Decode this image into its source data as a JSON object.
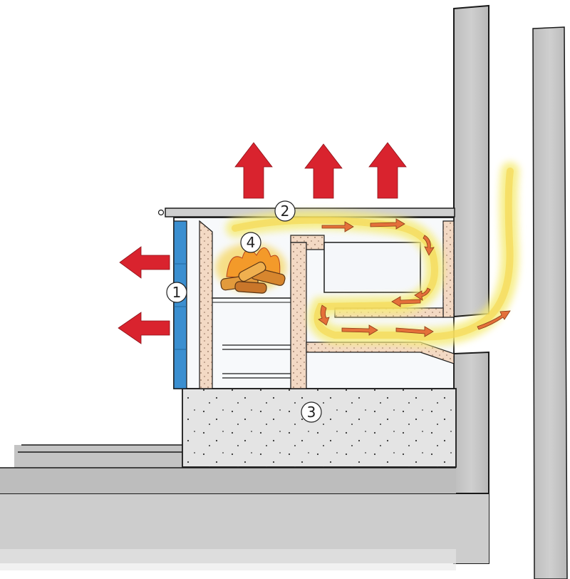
{
  "callouts": [
    {
      "id": "c1",
      "label": "1"
    },
    {
      "id": "c2",
      "label": "2"
    },
    {
      "id": "c3",
      "label": "3"
    },
    {
      "id": "c4",
      "label": "4"
    }
  ],
  "colors": {
    "wall": "#c9c9c9",
    "outline": "#1a1a1a",
    "heat_arrow": "#d9232e",
    "fire_orange": "#f39a2a",
    "flame_yellow": "#f6ec7a",
    "tile_blue": "#3b8fd0",
    "brick": "#f3d9c4",
    "stone": "#e3e3e3",
    "flow_arrow": "#e4703a"
  }
}
